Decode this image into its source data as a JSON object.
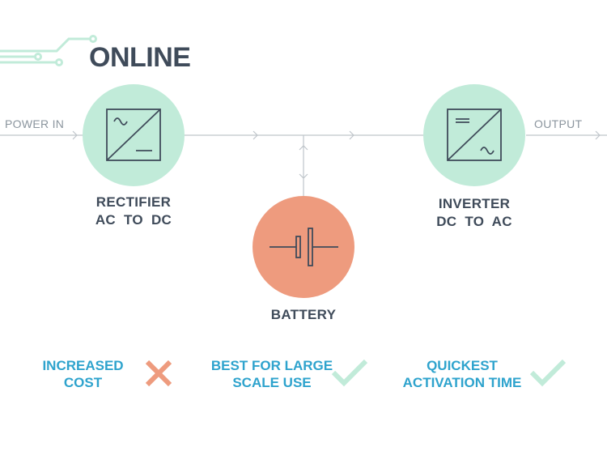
{
  "title": "ONLINE",
  "power_in_label": "POWER IN",
  "output_label": "OUTPUT",
  "rectifier": {
    "line1": "RECTIFIER",
    "line2": "AC TO DC"
  },
  "battery": {
    "label": "BATTERY"
  },
  "inverter": {
    "line1": "INVERTER",
    "line2": "DC TO AC"
  },
  "features": [
    {
      "line1": "INCREASED",
      "line2": "COST",
      "status": "cross-icon"
    },
    {
      "line1": "BEST FOR LARGE",
      "line2": "SCALE USE",
      "status": "check-icon"
    },
    {
      "line1": "QUICKEST",
      "line2": "ACTIVATION TIME",
      "status": "check-icon"
    }
  ],
  "colors": {
    "title": "#3f4b5a",
    "node_mint": "#c1ebd9",
    "battery_orange": "#ee9b7e",
    "feature_text": "#2ea3cd",
    "cross": "#ee9b7e",
    "check": "#c1ebd9",
    "line": "#bfc5ca"
  }
}
